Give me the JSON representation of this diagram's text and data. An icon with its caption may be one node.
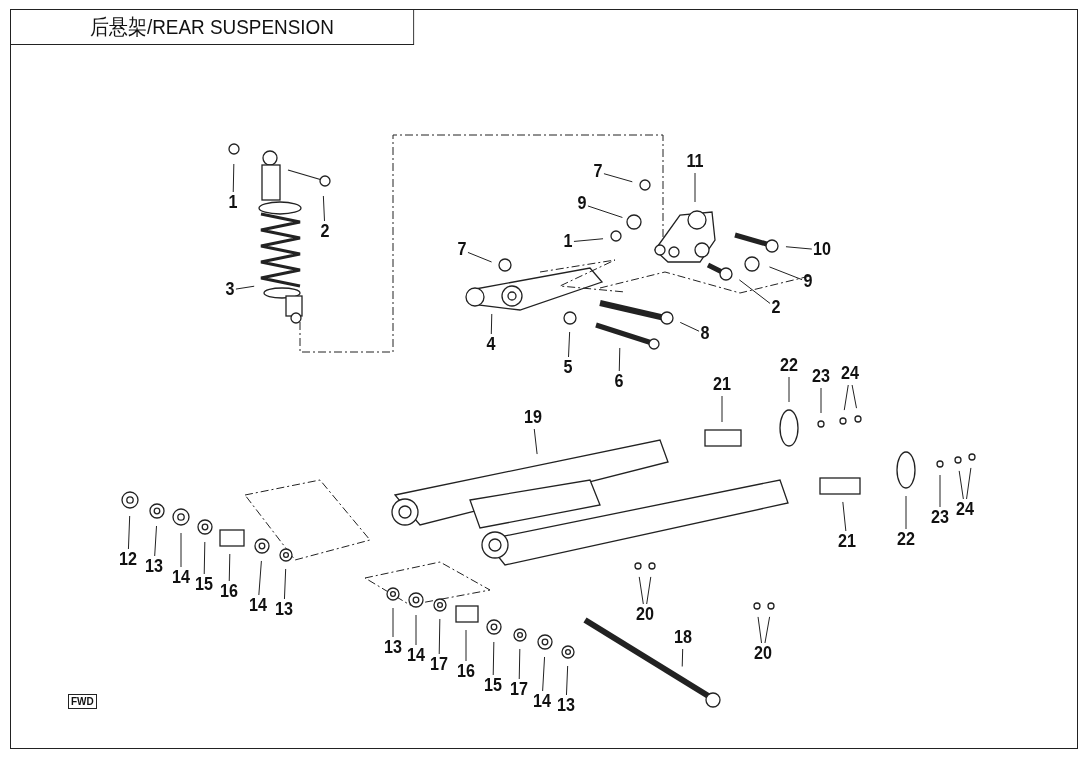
{
  "diagram": {
    "title": "后悬架/REAR SUSPENSION",
    "nodes": [
      {
        "text": [
          "1"
        ]
      },
      {
        "text": [
          "2"
        ]
      },
      {
        "text": [
          "3"
        ]
      },
      {
        "text": [
          "11"
        ]
      },
      {
        "text": [
          "7"
        ]
      },
      {
        "text": [
          "9"
        ]
      },
      {
        "text": [
          "1"
        ]
      },
      {
        "text": [
          "10"
        ]
      },
      {
        "text": [
          "9"
        ]
      },
      {
        "text": [
          "2"
        ]
      },
      {
        "text": [
          "7"
        ]
      },
      {
        "text": [
          "4"
        ]
      },
      {
        "text": [
          "5"
        ]
      },
      {
        "text": [
          "6"
        ]
      },
      {
        "text": [
          "8"
        ]
      },
      {
        "text": [
          "19"
        ]
      },
      {
        "text": [
          "21"
        ]
      },
      {
        "text": [
          "22"
        ]
      },
      {
        "text": [
          "23"
        ]
      },
      {
        "text": [
          "24"
        ]
      },
      {
        "text": [
          "12"
        ]
      },
      {
        "text": [
          "13"
        ]
      },
      {
        "text": [
          "14"
        ]
      },
      {
        "text": [
          "15"
        ]
      },
      {
        "text": [
          "16"
        ]
      },
      {
        "text": [
          "14"
        ]
      },
      {
        "text": [
          "13"
        ]
      },
      {
        "text": [
          "21"
        ]
      },
      {
        "text": [
          "22"
        ]
      },
      {
        "text": [
          "23"
        ]
      },
      {
        "text": [
          "24"
        ]
      },
      {
        "text": [
          "20"
        ]
      },
      {
        "text": [
          "13"
        ]
      },
      {
        "text": [
          "14"
        ]
      },
      {
        "text": [
          "17"
        ]
      },
      {
        "text": [
          "16"
        ]
      },
      {
        "text": [
          "15"
        ]
      },
      {
        "text": [
          "17"
        ]
      },
      {
        "text": [
          "14"
        ]
      },
      {
        "text": [
          "13"
        ]
      },
      {
        "text": [
          "18"
        ]
      },
      {
        "text": [
          "20"
        ]
      }
    ],
    "edges": [
      {
        "from": 0,
        "to": null,
        "arrow": "none"
      },
      {
        "from": 1,
        "to": null,
        "arrow": "none"
      },
      {
        "from": 2,
        "to": null,
        "arrow": "none"
      },
      {
        "from": 3,
        "to": null,
        "arrow": "none"
      },
      {
        "from": 4,
        "to": null,
        "arrow": "none"
      },
      {
        "from": 5,
        "to": null,
        "arrow": "none"
      },
      {
        "from": 6,
        "to": null,
        "arrow": "none"
      },
      {
        "from": 7,
        "to": null,
        "arrow": "none"
      },
      {
        "from": 8,
        "to": null,
        "arrow": "none"
      },
      {
        "from": 9,
        "to": null,
        "arrow": "none"
      },
      {
        "from": 10,
        "to": null,
        "arrow": "none"
      },
      {
        "from": 11,
        "to": null,
        "arrow": "none"
      },
      {
        "from": 12,
        "to": null,
        "arrow": "none"
      },
      {
        "from": 13,
        "to": null,
        "arrow": "none"
      },
      {
        "from": 14,
        "to": null,
        "arrow": "none"
      },
      {
        "from": 15,
        "to": null,
        "arrow": "none"
      },
      {
        "from": 16,
        "to": null,
        "arrow": "none"
      },
      {
        "from": 17,
        "to": null,
        "arrow": "none"
      },
      {
        "from": 18,
        "to": null,
        "arrow": "none"
      },
      {
        "from": 19,
        "to": null,
        "arrow": "none"
      },
      {
        "from": 19,
        "to": null,
        "arrow": "none"
      },
      {
        "from": 20,
        "to": null,
        "arrow": "none"
      },
      {
        "from": 21,
        "to": null,
        "arrow": "none"
      },
      {
        "from": 22,
        "to": null,
        "arrow": "none"
      },
      {
        "from": 23,
        "to": null,
        "arrow": "none"
      },
      {
        "from": 24,
        "to": null,
        "arrow": "none"
      },
      {
        "from": 25,
        "to": null,
        "arrow": "none"
      },
      {
        "from": 26,
        "to": null,
        "arrow": "none"
      },
      {
        "from": 27,
        "to": null,
        "arrow": "none"
      },
      {
        "from": 28,
        "to": null,
        "arrow": "none"
      },
      {
        "from": 29,
        "to": null,
        "arrow": "none"
      },
      {
        "from": 30,
        "to": null,
        "arrow": "none"
      },
      {
        "from": 30,
        "to": null,
        "arrow": "none"
      },
      {
        "from": 31,
        "to": null,
        "arrow": "none"
      },
      {
        "from": 31,
        "to": null,
        "arrow": "none"
      },
      {
        "from": 32,
        "to": null,
        "arrow": "none"
      },
      {
        "from": 33,
        "to": null,
        "arrow": "none"
      },
      {
        "from": 34,
        "to": null,
        "arrow": "none"
      },
      {
        "from": 35,
        "to": null,
        "arrow": "none"
      },
      {
        "from": 36,
        "to": null,
        "arrow": "none"
      },
      {
        "from": 37,
        "to": null,
        "arrow": "none"
      },
      {
        "from": 38,
        "to": null,
        "arrow": "none"
      },
      {
        "from": 39,
        "to": null,
        "arrow": "none"
      },
      {
        "from": 40,
        "to": null,
        "arrow": "none"
      },
      {
        "from": 41,
        "to": null,
        "arrow": "none"
      },
      {
        "from": 41,
        "to": null,
        "arrow": "none"
      }
    ],
    "labels": [
      "FWD"
    ]
  }
}
